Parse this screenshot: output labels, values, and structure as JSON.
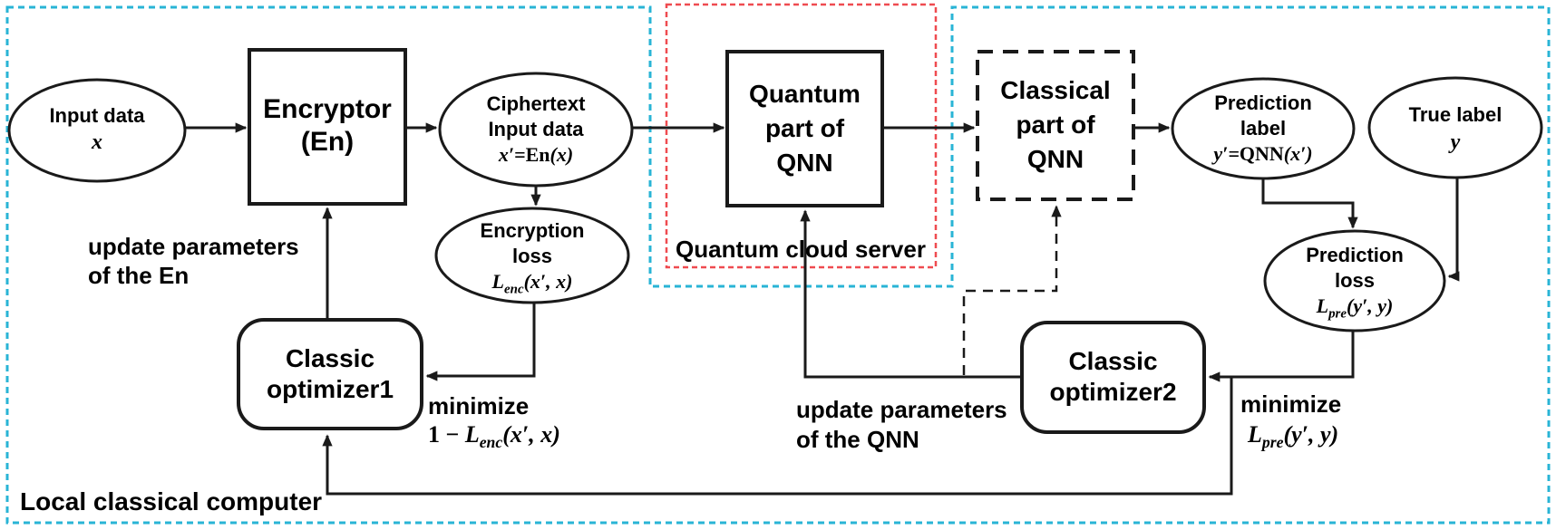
{
  "colors": {
    "cyan_border": "#29b4d6",
    "red_border": "#ef4b50",
    "line": "#1a1a1a",
    "text": "#000000",
    "background": "#ffffff"
  },
  "region_labels": {
    "local": "Local classical computer",
    "quantum_server": "Quantum cloud server"
  },
  "nodes": {
    "input": {
      "line1": "Input data",
      "var": "x"
    },
    "encryptor": {
      "line1": "Encryptor",
      "line2": "(En)"
    },
    "ciphertext": {
      "line1": "Ciphertext",
      "line2": "Input data",
      "f_lhs": "x′=",
      "f_fn": "En",
      "f_args": "(x)"
    },
    "quantum": {
      "line1": "Quantum",
      "line2": "part of",
      "line3": "QNN"
    },
    "classical": {
      "line1": "Classical",
      "line2": "part of",
      "line3": "QNN"
    },
    "pred_label": {
      "line1": "Prediction",
      "line2": "label",
      "f_lhs": "y′=",
      "f_fn": "QNN",
      "f_args": "(x′)"
    },
    "true_label": {
      "line1": "True label",
      "var": "y"
    },
    "enc_loss": {
      "line1": "Encryption",
      "line2": "loss",
      "f_base": "L",
      "f_sub": "enc",
      "f_args": "(x′, x)"
    },
    "pred_loss": {
      "line1": "Prediction",
      "line2": "loss",
      "f_base": "L",
      "f_sub": "pre",
      "f_args": "(y′, y)"
    },
    "optimizer1": {
      "line1": "Classic",
      "line2": "optimizer1"
    },
    "optimizer2": {
      "line1": "Classic",
      "line2": "optimizer2"
    }
  },
  "edge_labels": {
    "update_en": {
      "line1": "update parameters",
      "line2": "of the En"
    },
    "minimize_enc": {
      "line1": "minimize",
      "f_prefix": "1 − ",
      "f_base": "L",
      "f_sub": "enc",
      "f_args": "(x′, x)"
    },
    "update_qnn": {
      "line1": "update parameters",
      "line2": "of the QNN"
    },
    "minimize_pre": {
      "line1": "minimize",
      "f_base": "L",
      "f_sub": "pre",
      "f_args": "(y′, y)"
    }
  }
}
